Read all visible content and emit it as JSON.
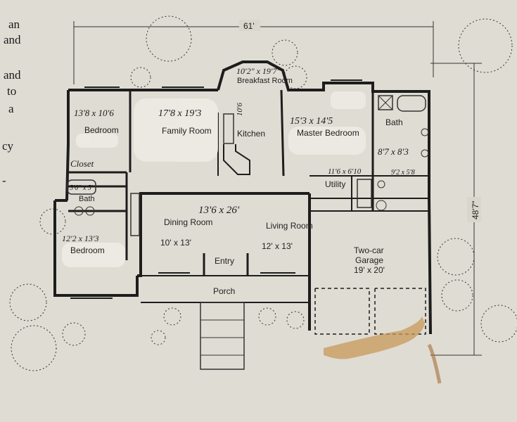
{
  "side_text": [
    "an",
    "and",
    "and",
    "to",
    "a",
    "cy",
    "-"
  ],
  "dimensions": {
    "width": "61'",
    "depth": "48'7\""
  },
  "rooms": {
    "breakfast": {
      "name": "Breakfast Room",
      "note": "10'2\" x 19'7\""
    },
    "bedroom_nw": {
      "name": "Bedroom",
      "note": "13'8 x 10'6"
    },
    "family": {
      "name": "Family Room",
      "note": "17'8 x 19'3"
    },
    "kitchen": {
      "name": "Kitchen",
      "note": "10'6"
    },
    "master": {
      "name": "Master Bedroom",
      "note": "15'3 x 14'5"
    },
    "master_bath": {
      "name": "Bath",
      "note": "8'7 x 8'3"
    },
    "closet": {
      "name": "Closet",
      "note": ""
    },
    "bath": {
      "name": "Bath",
      "note": "5'6\" x 5'"
    },
    "bedroom_sw": {
      "name": "Bedroom",
      "note": "12'2 x 13'3"
    },
    "dining": {
      "name": "Dining Room",
      "size": "10' x 13'"
    },
    "living": {
      "name": "Living Room",
      "size": "12' x 13'"
    },
    "great_room_note": "13'6 x 26'",
    "entry": {
      "name": "Entry"
    },
    "porch": {
      "name": "Porch"
    },
    "utility": {
      "name": "Utility",
      "note": "11'6 x 6'10"
    },
    "closet_note": "9'2 x 5'8",
    "garage": {
      "name": "Two-car Garage",
      "size": "19' x 20'"
    }
  },
  "colors": {
    "paper": "#d9d6cc",
    "ink": "#1d1d1d",
    "stain": "#c79a58"
  }
}
